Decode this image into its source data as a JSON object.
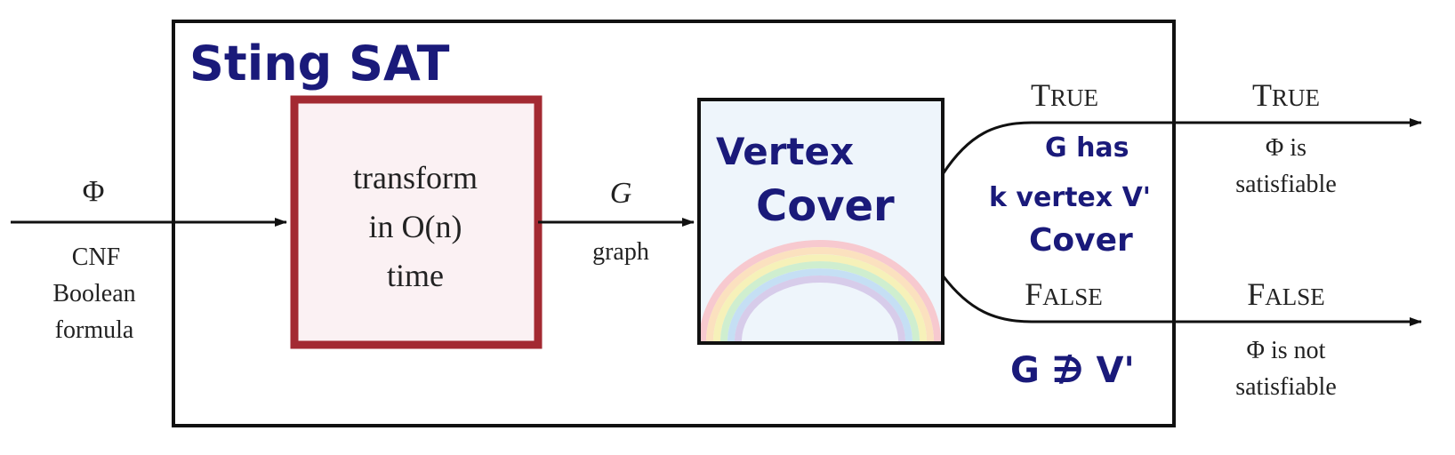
{
  "title": "Sting SAT",
  "input": {
    "symbol": "Φ",
    "caption_lines": [
      "CNF",
      "Boolean",
      "formula"
    ]
  },
  "transform_box": {
    "lines": [
      "transform",
      "in O(n)",
      "time"
    ]
  },
  "middle": {
    "symbol": "G",
    "caption": "graph"
  },
  "vertex_cover_box": {
    "lines": [
      "Vertex",
      "Cover"
    ]
  },
  "true_branch": {
    "inner_label": {
      "first": "T",
      "rest": "RUE"
    },
    "inner_note_lines": [
      "G has",
      "k vertex V'",
      "Cover"
    ],
    "outer_label": {
      "first": "T",
      "rest": "RUE"
    },
    "outer_note_lines": [
      "Φ is",
      "satisfiable"
    ]
  },
  "false_branch": {
    "inner_label": {
      "first": "F",
      "rest": "ALSE"
    },
    "inner_note": "G ∌ V'",
    "outer_label": {
      "first": "F",
      "rest": "ALSE"
    },
    "outer_note_lines": [
      "Φ is not",
      "satisfiable"
    ]
  },
  "colors": {
    "transform_border": "#a32a32",
    "transform_fill": "#fbf1f3",
    "cover_fill": "#eef5fb",
    "ink": "#1a1a7a",
    "line": "#111111"
  }
}
